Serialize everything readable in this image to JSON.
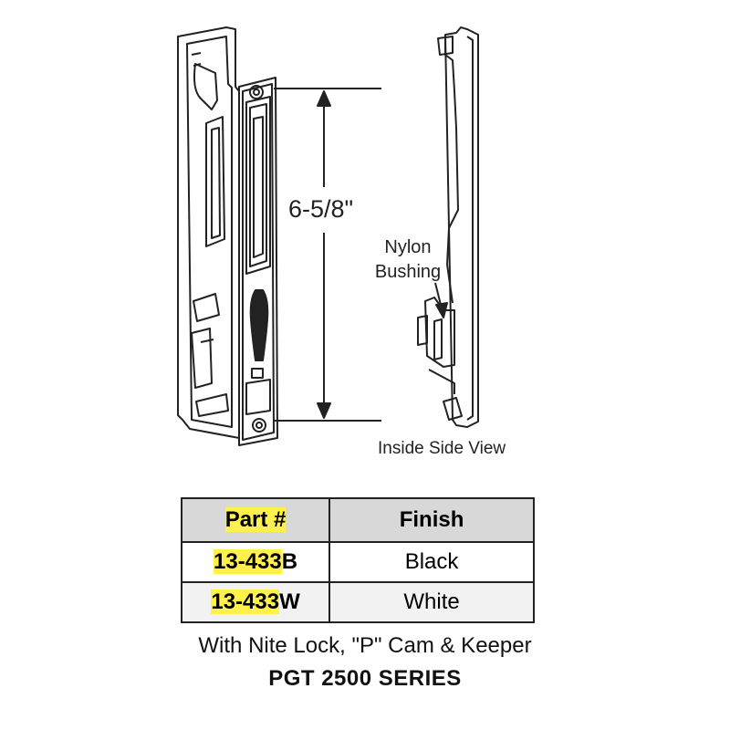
{
  "diagram": {
    "dimension_label": "6-5/8\"",
    "bushing_label_line1": "Nylon",
    "bushing_label_line2": "Bushing",
    "view_label": "Inside Side View"
  },
  "table": {
    "headers": [
      "Part #",
      "Finish"
    ],
    "rows": [
      {
        "part": "13-433",
        "suffix": "B",
        "finish": "Black"
      },
      {
        "part": "13-433",
        "suffix": "W",
        "finish": "White"
      }
    ]
  },
  "captions": {
    "description": "With Nite Lock, \"P\" Cam & Keeper",
    "series": "PGT 2500 SERIES"
  },
  "colors": {
    "highlight": "#fff04a",
    "header_bg": "#d8d8d8",
    "line": "#222222"
  }
}
